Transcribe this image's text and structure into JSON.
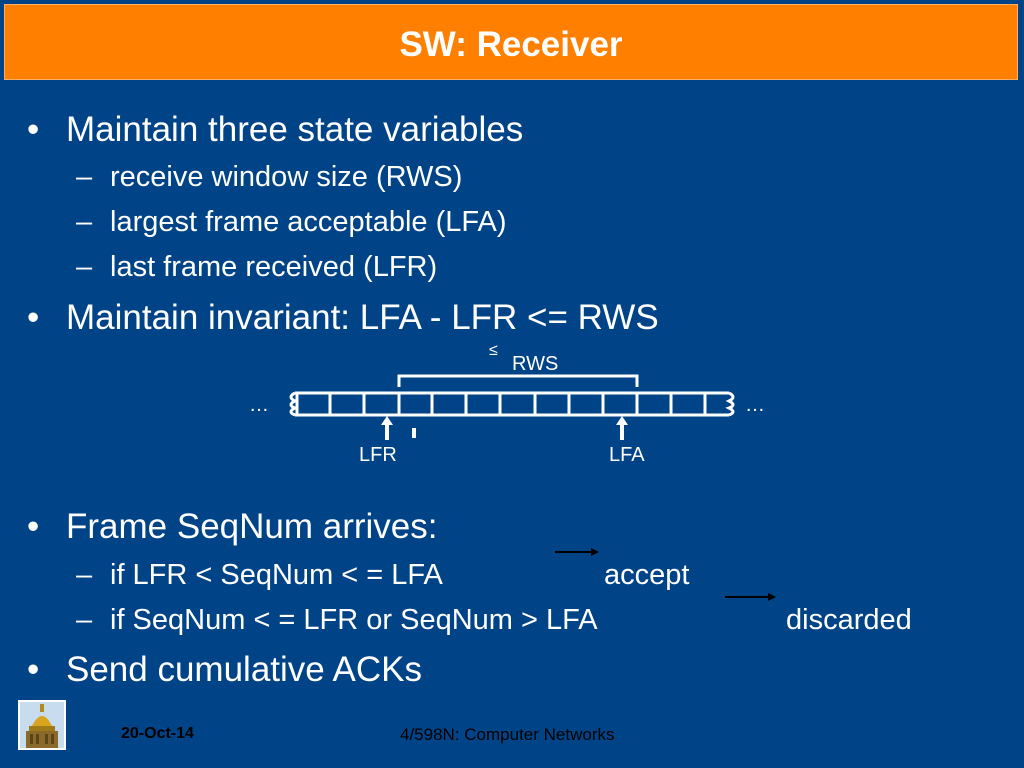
{
  "slide": {
    "title": "SW: Receiver",
    "bullets": {
      "b1": "Maintain three state variables",
      "b1_sub1": "receive window size (RWS)",
      "b1_sub2": "largest frame acceptable (LFA)",
      "b1_sub3": "last frame received (LFR)",
      "b2": "Maintain invariant: LFA - LFR <= RWS",
      "b3": "Frame SeqNum arrives:",
      "b3_sub1": "if LFR < SeqNum < = LFA",
      "b3_sub1_result": "accept",
      "b3_sub2": "if SeqNum < = LFR or SeqNum > LFA",
      "b3_sub2_result": "discarded",
      "b4": "Send cumulative ACKs"
    },
    "bullet_glyph": "•",
    "dash_glyph": "–"
  },
  "diagram": {
    "leq": "≤",
    "rws_label": "RWS",
    "ellipsis_left": "…",
    "ellipsis_right": "…",
    "lfr_label": "LFR",
    "lfa_label": "LFA"
  },
  "footer": {
    "date": "20-Oct-14",
    "course": "4/598N: Computer Networks"
  },
  "colors": {
    "background": "#004386",
    "title_bar": "#ff8000",
    "text": "#ffffff",
    "footer_text": "#000000"
  }
}
